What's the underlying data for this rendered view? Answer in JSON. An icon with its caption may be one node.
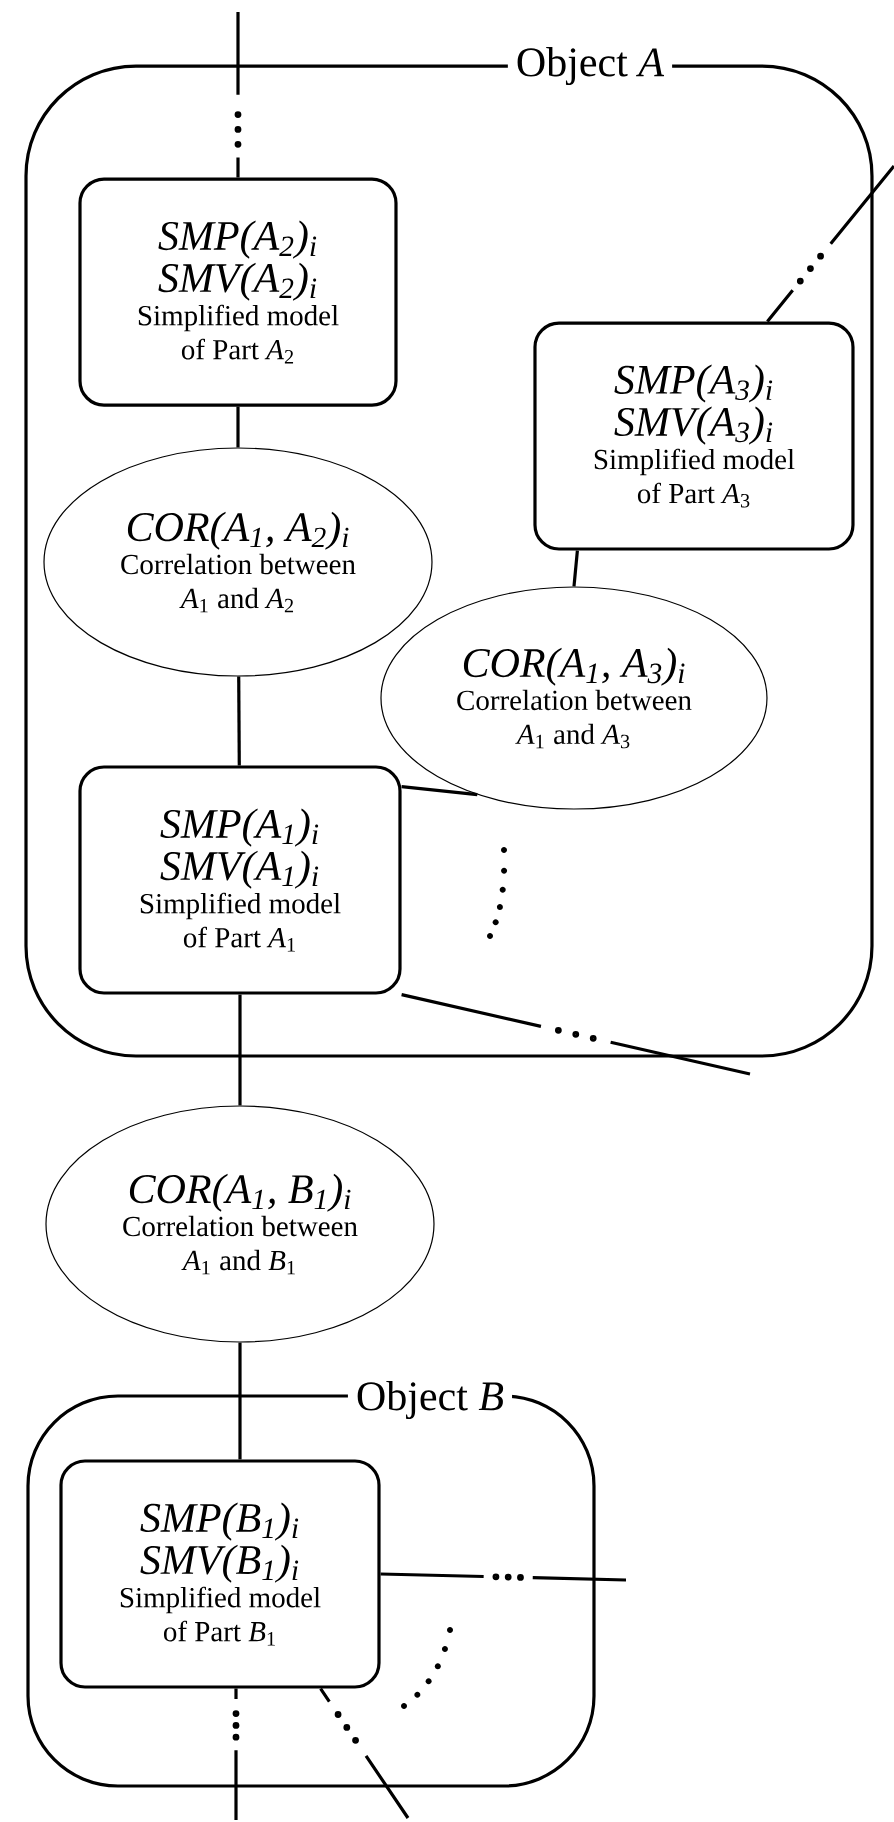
{
  "diagram": {
    "nodes": [
      {
        "text": [
          "Object *A*"
        ]
      },
      {
        "text": [
          "SMP(A$_{2}$)$_{i}$",
          "SMV(A$_{2}$)$_{i}$",
          "Simplified model of Part *A*$_{2}$"
        ],
        "in": 0
      },
      {
        "text": [
          "SMP(A$_{3}$)$_{i}$",
          "SMV(A$_{3}$)$_{i}$",
          "Simplified model of Part *A*$_{3}$"
        ],
        "in": 0
      },
      {
        "text": [
          "COR(A$_{1}$, A$_{2}$)$_{i}$",
          "Correlation between *A*$_{1}$ and *A*$_{2}$"
        ],
        "in": 0
      },
      {
        "text": [
          "COR(A$_{1}$, A$_{3}$)$_{i}$",
          "Correlation between *A*$_{1}$ and *A*$_{3}$"
        ],
        "in": 0
      },
      {
        "text": [
          "SMP(A$_{1}$)$_{i}$",
          "SMV(A$_{1}$)$_{i}$",
          "Simplified model of Part *A*$_{1}$"
        ],
        "in": 0
      },
      {
        "text": [
          "COR(A$_{1}$, B$_{1}$)$_{i}$",
          "Correlation between *A*$_{1}$ and *B*$_{1}$"
        ]
      },
      {
        "text": [
          "Object *B*"
        ]
      },
      {
        "text": [
          "SMP(B$_{1}$)$_{i}$",
          "SMV(B$_{1}$)$_{i}$",
          "Simplified model of Part *B*$_{1}$"
        ],
        "in": 7
      }
    ],
    "edges": [
      {
        "from": 1,
        "to": 3,
        "arrow": "none"
      },
      {
        "from": 3,
        "to": 5,
        "arrow": "none"
      },
      {
        "from": 5,
        "to": 4,
        "arrow": "none"
      },
      {
        "from": 4,
        "to": 2,
        "arrow": "none"
      },
      {
        "from": 5,
        "to": 6,
        "arrow": "none"
      },
      {
        "from": 6,
        "to": 8,
        "arrow": "none"
      },
      {
        "from": 1,
        "to": null,
        "arrow": "none"
      },
      {
        "from": 2,
        "to": null,
        "arrow": "none"
      },
      {
        "from": 5,
        "to": null,
        "arrow": "none"
      },
      {
        "from": 8,
        "to": null,
        "arrow": "none"
      },
      {
        "from": 8,
        "to": null,
        "arrow": "none"
      },
      {
        "from": 8,
        "to": null,
        "arrow": "none"
      }
    ]
  }
}
